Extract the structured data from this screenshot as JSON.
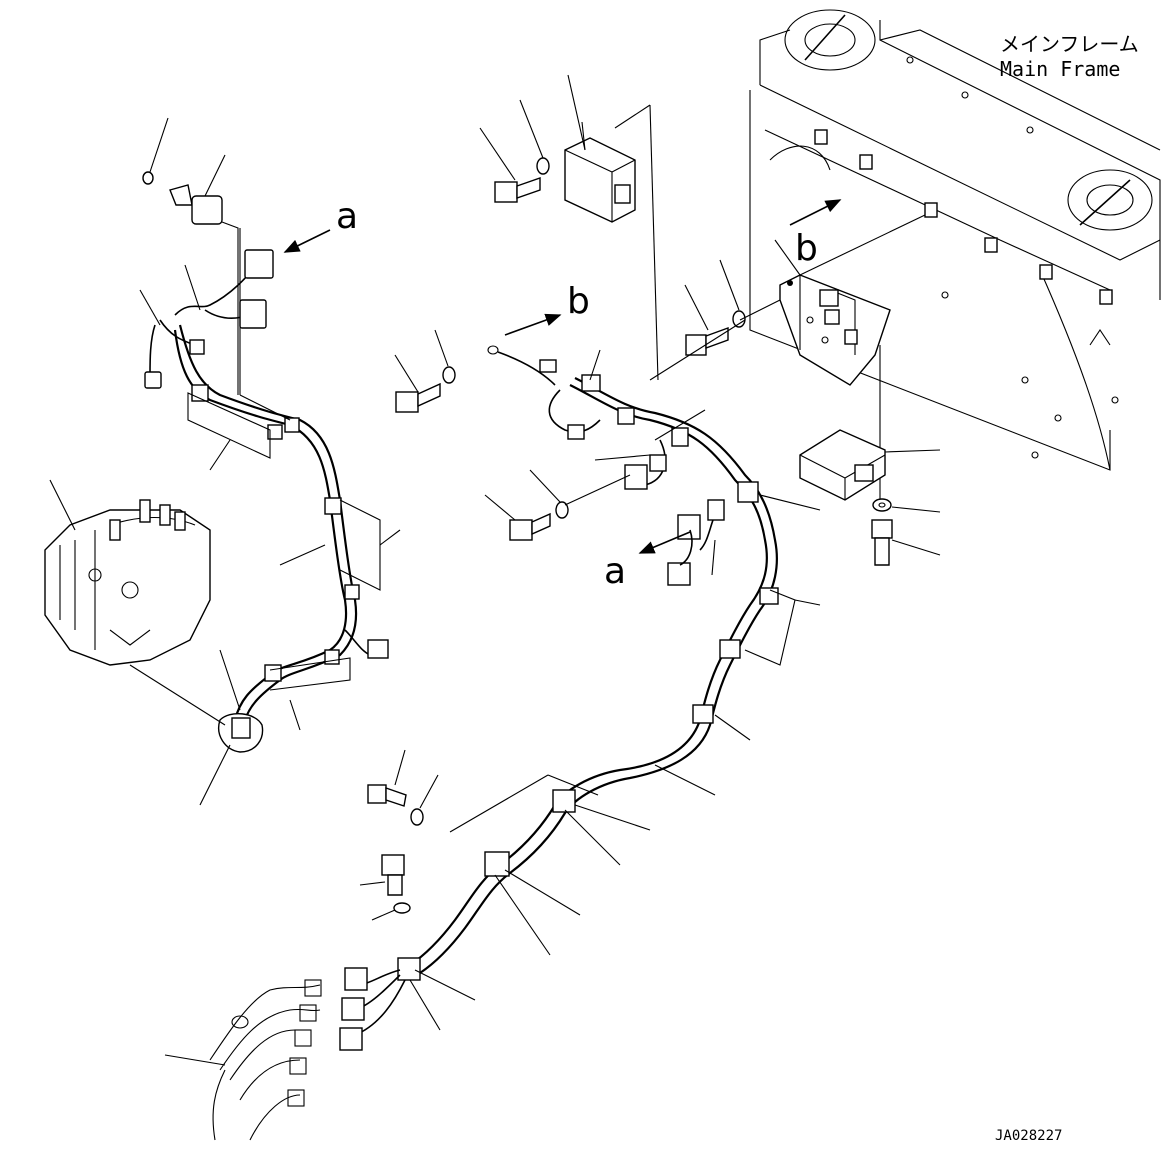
{
  "labels": {
    "frame_jp": "メインフレーム",
    "frame_en": "Main Frame",
    "doc_code": "JA028227",
    "callout_a_1": "a",
    "callout_a_2": "a",
    "callout_b_1": "b",
    "callout_b_2": "b"
  }
}
